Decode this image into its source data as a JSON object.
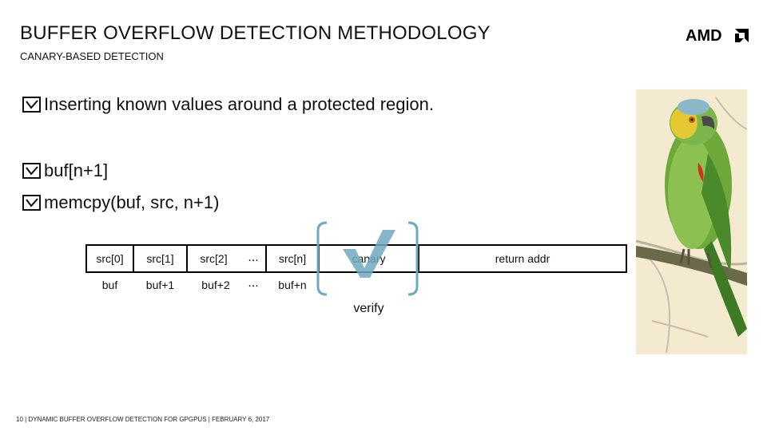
{
  "slide": {
    "title": "BUFFER OVERFLOW DETECTION METHODOLOGY",
    "subtitle": "CANARY-BASED DETECTION",
    "logo_text": "AMD",
    "bullet_icon": "checkbox-icon",
    "bullets": [
      "Inserting known values around a protected region.",
      "buf[n+1]",
      "memcpy(buf, src, n+1)"
    ],
    "memory": {
      "cells": [
        "src[0]",
        "src[1]",
        "src[2]",
        "...",
        "src[n]",
        "canary",
        "return addr"
      ],
      "addresses": [
        "buf",
        "buf+1",
        "buf+2",
        "...",
        "buf+n"
      ],
      "verify_label": "verify",
      "check_icon": "checkmark-icon",
      "accent_color": "#6fa8c0"
    },
    "footer": "10  |  DYNAMIC BUFFER OVERFLOW DETECTION FOR GPGPUS  |  FEBRUARY 6, 2017",
    "image": "parrot-illustration"
  }
}
